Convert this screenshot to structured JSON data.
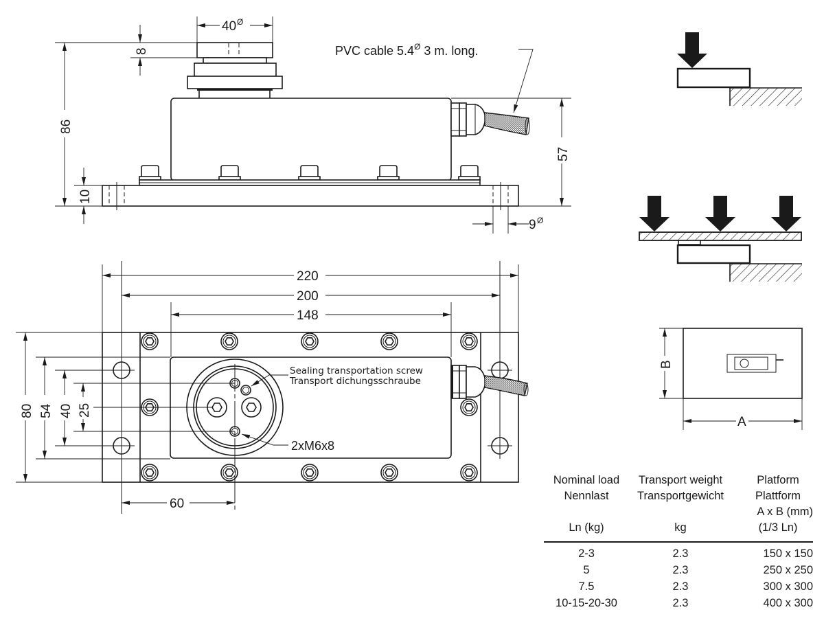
{
  "drawing": {
    "title": "Single point load cell with mounting base — technical drawing",
    "side_view": {
      "dim_top_diameter": "40",
      "dim_top_height": "8",
      "dim_total_height": "86",
      "dim_base_height": "10",
      "dim_body_height": "57",
      "dim_hole_diameter": "9",
      "cable_note_prefix": "PVC cable 5.4",
      "cable_note_suffix": " 3 m. long.",
      "diameter_symbol": "Ø"
    },
    "plan_view": {
      "dim_overall_length": "220",
      "dim_hole_spacing_length": "200",
      "dim_body_length": "148",
      "dim_overall_width": "80",
      "dim_body_width": "54",
      "dim_hole_spacing_width": "40",
      "dim_thread_spacing": "25",
      "dim_center_offset": "60",
      "note_sealing_en": "Sealing transportation screw",
      "note_sealing_de": "Transport dichungsschraube",
      "note_threads": "2xM6x8"
    },
    "load_diagrams": {
      "platform_label_a": "A",
      "platform_label_b": "B"
    }
  },
  "spec_table": {
    "headers": [
      {
        "lines": [
          "Nominal load",
          "Nennlast",
          "",
          "Ln (kg)"
        ]
      },
      {
        "lines": [
          "Transport weight",
          "Transportgewicht",
          "",
          "kg"
        ]
      },
      {
        "lines": [
          "Platform",
          "Plattform",
          "A x B (mm)",
          "(1/3 Ln)"
        ]
      }
    ],
    "rows": [
      {
        "nominal_load": "2-3",
        "transport_weight": "2.3",
        "platform": "150 x 150"
      },
      {
        "nominal_load": "5",
        "transport_weight": "2.3",
        "platform": "250 x 250"
      },
      {
        "nominal_load": "7.5",
        "transport_weight": "2.3",
        "platform": "300 x 300"
      },
      {
        "nominal_load": "10-15-20-30",
        "transport_weight": "2.3",
        "platform": "400 x 300"
      }
    ]
  },
  "colors": {
    "ink": "#1a1a1a",
    "background": "#ffffff"
  }
}
